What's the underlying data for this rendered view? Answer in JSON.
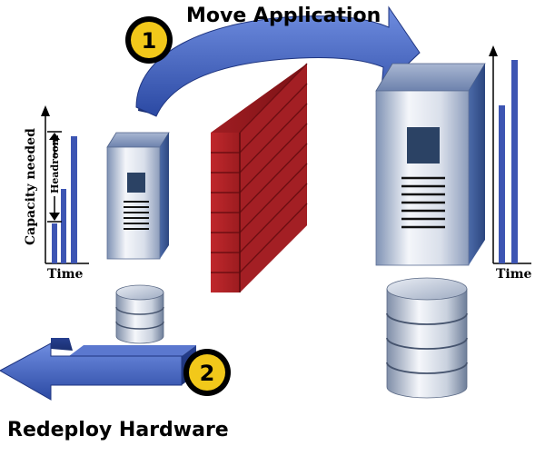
{
  "labels": {
    "move_application": "Move Application",
    "redeploy_hardware": "Redeploy Hardware",
    "step1": "1",
    "step2": "2",
    "capacity_needed": "Capacity needed",
    "headroom": "Headroom",
    "time_left": "Time",
    "time_right": "Time"
  },
  "colors": {
    "arrow_blue": "#2f4fa8",
    "wall_red": "#b82226",
    "badge_yellow": "#f2c81a",
    "bar_blue": "#3d55b3"
  },
  "icons": {
    "small_server": "tower-server-icon",
    "large_server": "tower-server-icon",
    "small_db": "database-stack-icon",
    "large_db": "database-stack-icon",
    "wall": "firewall-icon"
  }
}
